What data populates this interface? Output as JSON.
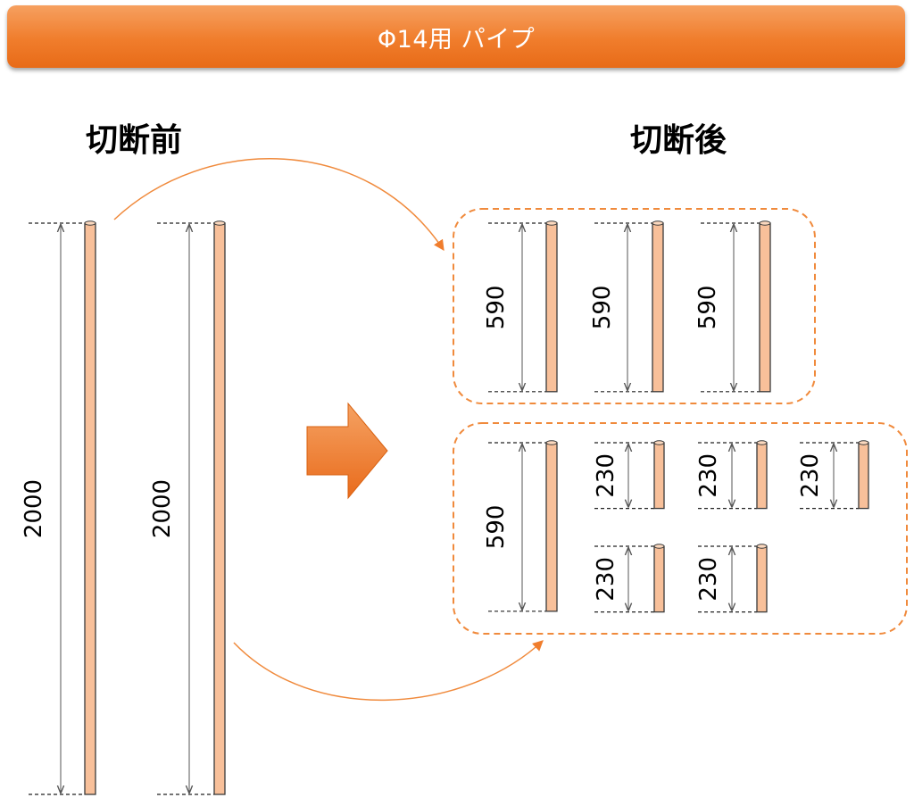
{
  "banner": {
    "title": "Φ14用 パイプ"
  },
  "headings": {
    "before": "切断前",
    "after": "切断後"
  },
  "colors": {
    "accent": "#f07d2c",
    "pipe_fill": "#f8c09a",
    "pipe_stroke": "#3a3a3a",
    "group_border": "#f08a3c"
  },
  "before": {
    "pipes": [
      {
        "length": 2000,
        "label": "2000"
      },
      {
        "length": 2000,
        "label": "2000"
      }
    ]
  },
  "after": {
    "groups": [
      {
        "pieces": [
          {
            "length": 590,
            "label": "590"
          },
          {
            "length": 590,
            "label": "590"
          },
          {
            "length": 590,
            "label": "590"
          }
        ]
      },
      {
        "pieces": [
          {
            "length": 590,
            "label": "590"
          },
          {
            "length": 230,
            "label": "230"
          },
          {
            "length": 230,
            "label": "230"
          },
          {
            "length": 230,
            "label": "230"
          },
          {
            "length": 230,
            "label": "230"
          },
          {
            "length": 230,
            "label": "230"
          }
        ]
      }
    ]
  }
}
